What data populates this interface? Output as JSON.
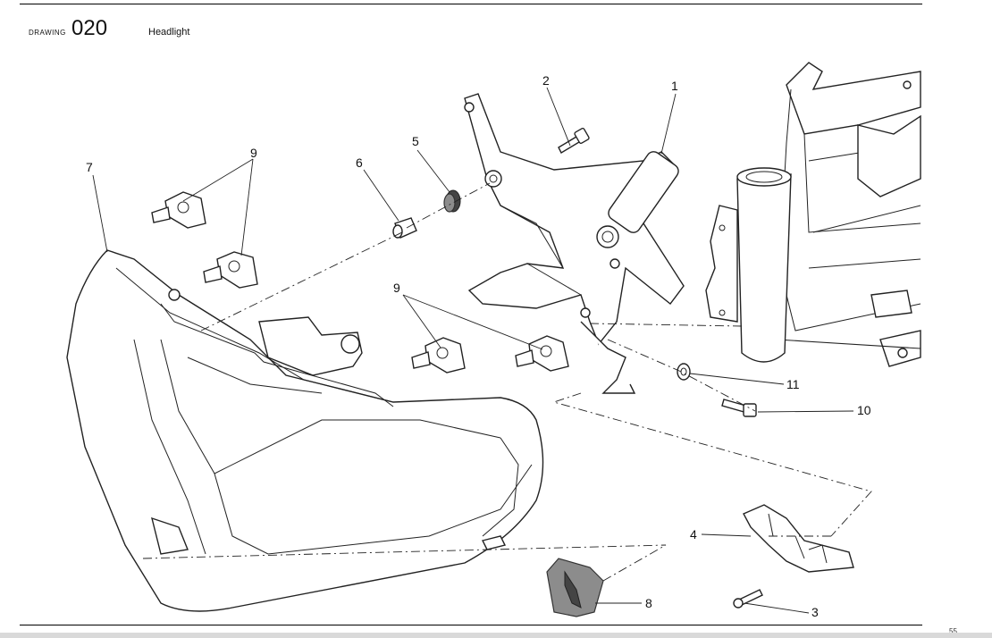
{
  "header": {
    "label": "DRAWING",
    "number": "020",
    "title": "Headlight"
  },
  "footer": {
    "page": "55"
  },
  "callouts": {
    "c1": "1",
    "c2": "2",
    "c3": "3",
    "c4": "4",
    "c5": "5",
    "c6": "6",
    "c7": "7",
    "c8": "8",
    "c9a": "9",
    "c9b": "9",
    "c10": "10",
    "c11": "11"
  }
}
